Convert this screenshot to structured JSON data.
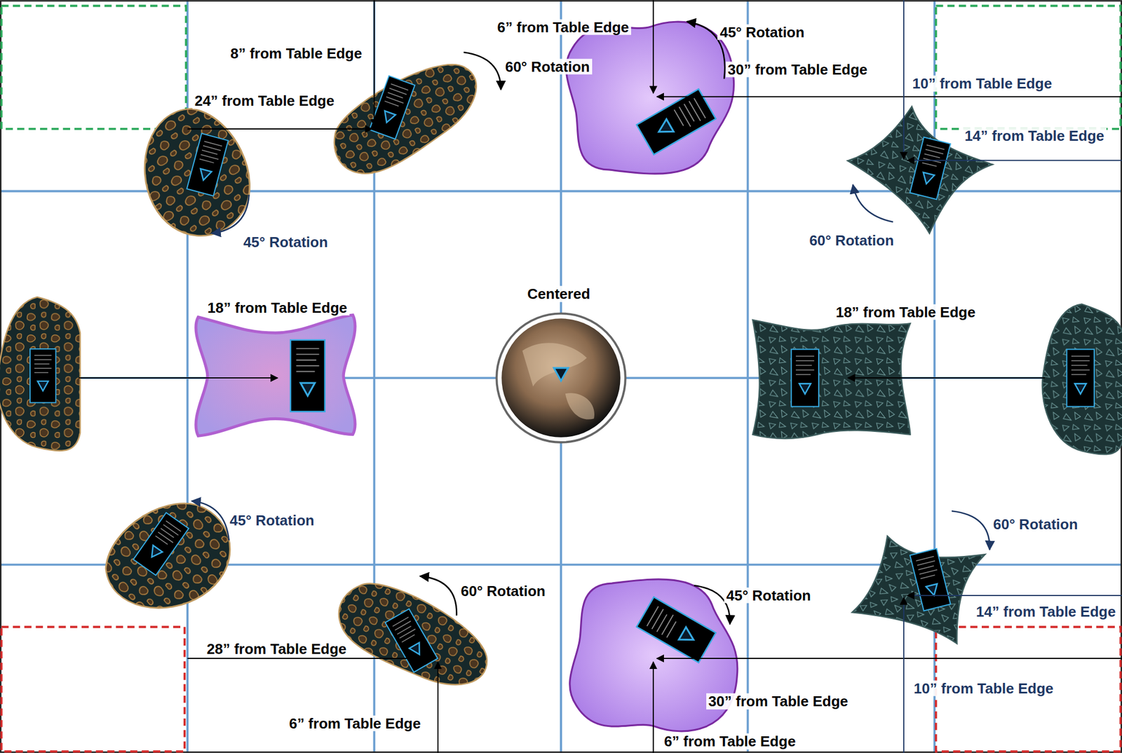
{
  "diagram": {
    "labels": [
      "8” from Table Edge",
      "24” from Table Edge",
      "6” from Table Edge",
      "60° Rotation",
      "45° Rotation",
      "30” from Table Edge",
      "10” from Table Edge",
      "14” from Table Edge",
      "45° Rotation",
      "60° Rotation",
      "Centered",
      "18” from Table Edge",
      "18” from Table Edge",
      "45° Rotation",
      "60° Rotation",
      "60° Rotation",
      "45° Rotation",
      "14” from Table Edge",
      "28” from Table Edge",
      "30” from Table Edge",
      "10” from Table Edge",
      "6” from Table Edge",
      "6” from Table Edge"
    ]
  }
}
